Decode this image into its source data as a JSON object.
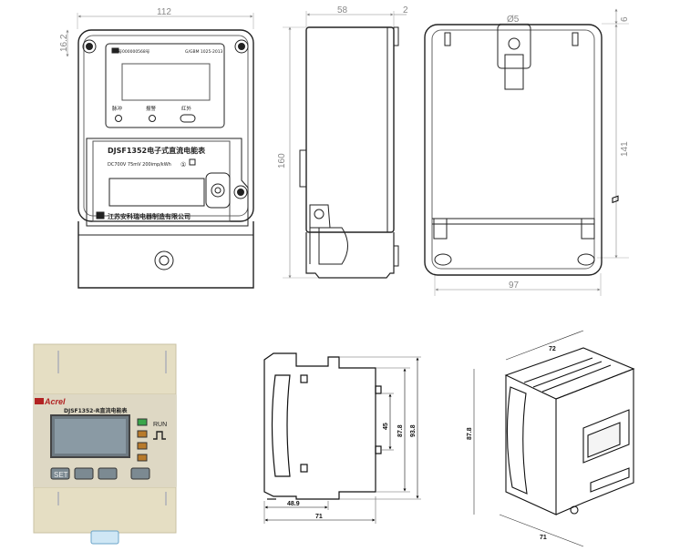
{
  "meter_front": {
    "width_dim": "112",
    "height_dim": "160",
    "top_dim": "16.2",
    "serial_left": "表号000000568号",
    "serial_right": "G/GBM 1025-2013",
    "indicator_pulse": "脉冲",
    "indicator_alarm": "报警",
    "indicator_ir": "红外",
    "product_title": "DJSF1352电子式直流电能表",
    "spec_line": "DC700V  75mV  200imp/kWh",
    "class_mark": "①",
    "manufacturer": "江苏安科瑞电器制造有限公司"
  },
  "meter_side": {
    "depth_dim": "58",
    "extra_dim": "2"
  },
  "meter_back": {
    "hole_dim": "Ø5",
    "top_dim": "6",
    "height_dim": "141",
    "width_dim": "97"
  },
  "din_front": {
    "brand": "Acrel",
    "model": "DJSF1352-R直流电能表",
    "run_label": "RUN",
    "set_button": "SET"
  },
  "din_side": {
    "h1": "45",
    "h2": "87.8",
    "h3": "93.8",
    "w1": "48.9",
    "w2": "71"
  },
  "din_iso": {
    "top_dim": "72",
    "height_dim": "87.8",
    "bottom_dim": "71"
  }
}
